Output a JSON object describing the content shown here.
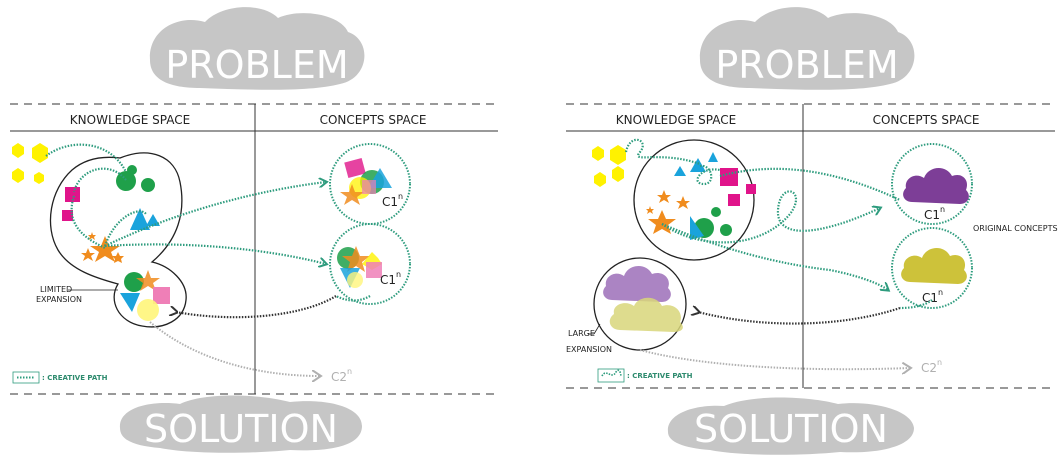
{
  "colors": {
    "cloud": "#c6c6c6",
    "creative_path": "#2e9c7e",
    "dark_arrow": "#333333",
    "grey_path": "#b0b0b0",
    "pink": "#e0148a",
    "green": "#1fa04a",
    "cyan": "#1aa3dc",
    "orange": "#f08c1e",
    "yellow": "#fff200",
    "purple": "#7d3e97",
    "olive": "#cdc23a"
  },
  "left": {
    "problem_label": "PROBLEM",
    "solution_label": "SOLUTION",
    "knowledge_header": "KNOWLEDGE SPACE",
    "concepts_header": "CONCEPTS SPACE",
    "expansion_label_1": "LIMITED",
    "expansion_label_2": "EXPANSION",
    "c1_top": "C1",
    "c1_top_sup": "n",
    "c1_bottom": "C1",
    "c1_bottom_sup": "n",
    "c2": "C2",
    "c2_sup": "n",
    "legend": ": CREATIVE PATH"
  },
  "right": {
    "problem_label": "PROBLEM",
    "solution_label": "SOLUTION",
    "knowledge_header": "KNOWLEDGE SPACE",
    "concepts_header": "CONCEPTS SPACE",
    "expansion_label_1": "LARGE",
    "expansion_label_2": "EXPANSION",
    "c1_top": "C1",
    "c1_top_sup": "n",
    "c1_bottom": "C1",
    "c1_bottom_sup": "n",
    "original_concepts": "ORIGINAL CONCEPTS",
    "c2": "C2",
    "c2_sup": "n",
    "legend": ": CREATIVE PATH"
  }
}
